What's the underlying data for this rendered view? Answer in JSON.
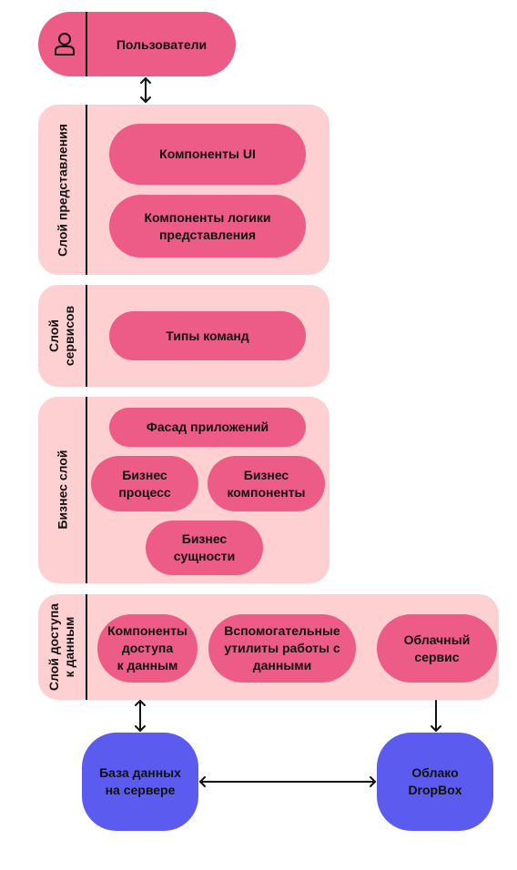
{
  "users": {
    "label": "Пользователи",
    "icon": "user-icon"
  },
  "layers": {
    "presentation": {
      "title": "Слой представления",
      "items": [
        "Компоненты UI",
        "Компоненты логики\nпредставления"
      ]
    },
    "services": {
      "title": "Слой\nсервисов",
      "items": [
        "Типы команд"
      ]
    },
    "business": {
      "title": "Бизнес слой",
      "items": [
        "Фасад приложений",
        "Бизнес\nпроцесс",
        "Бизнес\nкомпоненты",
        "Бизнес\nсущности"
      ]
    },
    "data_access": {
      "title": "Слой доступа\nк данным",
      "items": [
        "Компоненты\nдоступа\nк данным",
        "Вспомогательные\nутилиты работы с\nданными",
        "Облачный\nсервис"
      ]
    }
  },
  "stores": {
    "db": "База данных\nна сервере",
    "cloud": "Облако\nDropBox"
  },
  "colors": {
    "panel": "#ffd0d2",
    "component": "#ec5c86",
    "storage": "#5b5cef",
    "line": "#111111"
  }
}
